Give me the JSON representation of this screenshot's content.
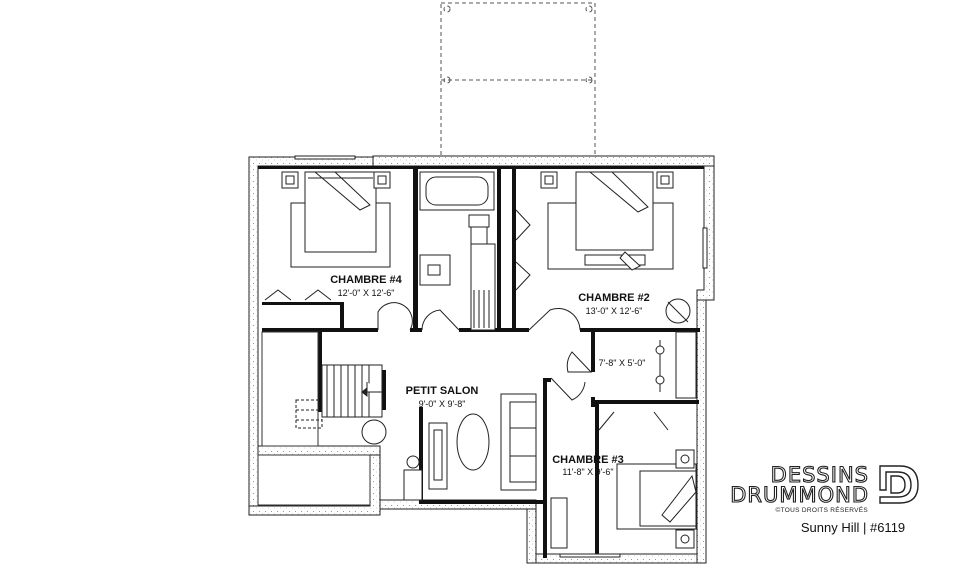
{
  "rooms": {
    "chambre4": {
      "name": "CHAMBRE #4",
      "size": "12'-0\" X 12'-6\""
    },
    "chambre2": {
      "name": "CHAMBRE #2",
      "size": "13'-0\" X 12'-6\""
    },
    "closet": {
      "size": "7'-8\" X 5'-0\""
    },
    "petit_salon": {
      "name": "PETIT SALON",
      "size": "9'-0\" X 9'-8\""
    },
    "chambre3": {
      "name": "CHAMBRE #3",
      "size": "11'-8\" X 9'-6\""
    }
  },
  "brand": {
    "line1": "DESSINS",
    "line2": "DRUMMOND",
    "rights": "©TOUS DROITS RÉSERVÉS"
  },
  "plan": {
    "title": "Sunny Hill | #6119"
  },
  "colors": {
    "wall": "#111111",
    "line": "#222222",
    "fill_insulation": "#f4f4f4"
  }
}
